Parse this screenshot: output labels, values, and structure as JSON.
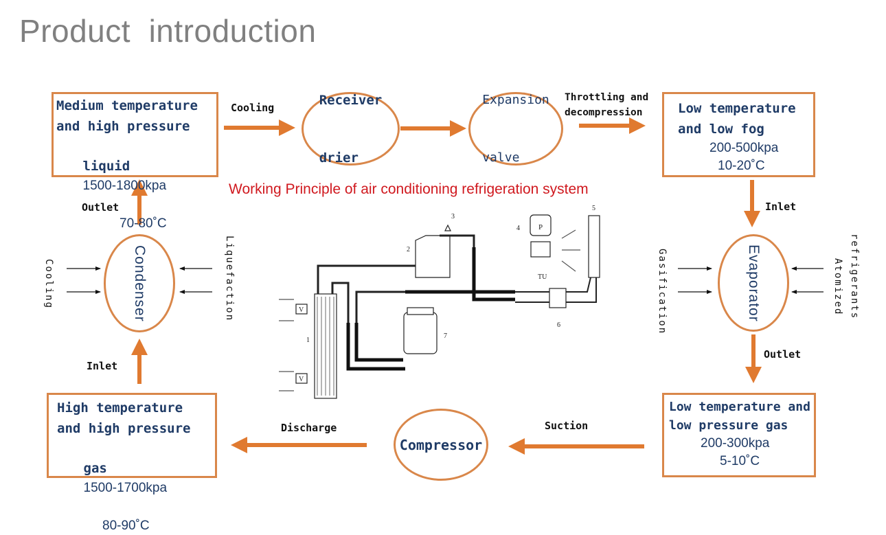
{
  "title": "Product  introduction",
  "subtitle": "Working Principle of air conditioning refrigeration system",
  "colors": {
    "accent": "#e07a30",
    "border": "#d9874a",
    "text_blue": "#1f3b66",
    "subtitle_red": "#d0191f",
    "title_gray": "#808080"
  },
  "states": {
    "medium_temp_liquid": {
      "line1": "Medium temperature",
      "line2": "and high pressure",
      "line3_bold": "liquid",
      "pressure": "1500-1800kpa",
      "temperature": "70-80˚C"
    },
    "low_temp_fog": {
      "line1": "Low temperature",
      "line2": "and low fog",
      "pressure": "200-500kpa",
      "temperature": "10-20˚C"
    },
    "high_temp_gas": {
      "line1": "High temperature",
      "line2": "and high pressure",
      "line3_bold": "gas",
      "pressure": "1500-1700kpa",
      "temperature": "80-90˚C"
    },
    "low_temp_gas": {
      "line1": "Low temperature and",
      "line2": "low pressure gas",
      "pressure": "200-300kpa",
      "temperature": "5-10˚C"
    }
  },
  "components": {
    "receiver_drier": {
      "line1": "Receiver",
      "line2": "drier"
    },
    "expansion_valve": {
      "line1": "Expansion",
      "line2": "valve"
    },
    "evaporator": "Evaporator",
    "compressor": "Compressor",
    "condenser": "Condenser"
  },
  "flows": {
    "cooling_top": "Cooling",
    "throttling": "Throttling and\ndecompression",
    "evap_inlet": "Inlet",
    "evap_outlet": "Outlet",
    "suction": "Suction",
    "discharge": "Discharge",
    "cond_inlet": "Inlet",
    "cond_outlet": "Outlet"
  },
  "side_labels": {
    "cond_left": "Cooling",
    "cond_right": "Liquefaction",
    "evap_left": "Gasification",
    "evap_right_1": "Atomized",
    "evap_right_2": "refrigerants"
  },
  "schematic": {
    "callouts": [
      "1",
      "2",
      "3",
      "4",
      "5",
      "6",
      "7"
    ],
    "pump_label": "P",
    "fan_label": "V",
    "sensor_label": "TU"
  }
}
